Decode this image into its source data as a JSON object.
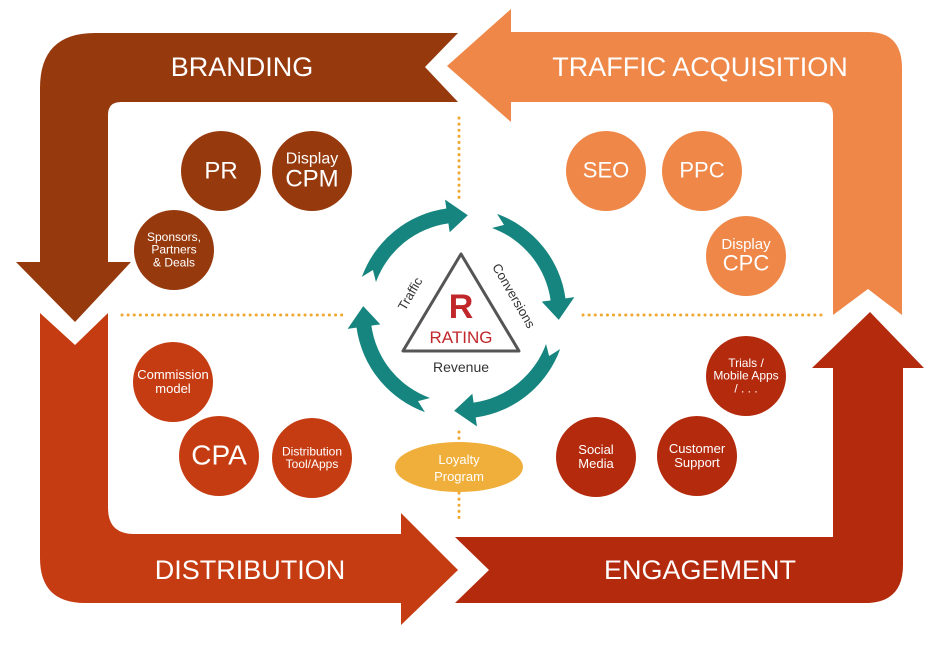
{
  "title": "R Rating Cycle",
  "colors": {
    "branding": "#963a0e",
    "traffic": "#ee8748",
    "distribution": "#c63c12",
    "engagement": "#b42a0d",
    "cycle": "#17857f",
    "loyalty": "#f0ae3a",
    "rating_red": "#c0262a",
    "dots": "#f0a830"
  },
  "sections": {
    "branding": "BRANDING",
    "traffic": "TRAFFIC ACQUISITION",
    "distribution": "DISTRIBUTION",
    "engagement": "ENGAGEMENT"
  },
  "circles": {
    "branding": [
      {
        "id": "pr",
        "lines": [
          "PR"
        ]
      },
      {
        "id": "display-cpm",
        "lines": [
          "Display",
          "CPM"
        ]
      },
      {
        "id": "sponsors",
        "lines": [
          "Sponsors,",
          "Partners",
          "& Deals"
        ]
      }
    ],
    "traffic": [
      {
        "id": "seo",
        "lines": [
          "SEO"
        ]
      },
      {
        "id": "ppc",
        "lines": [
          "PPC"
        ]
      },
      {
        "id": "display-cpc",
        "lines": [
          "Display",
          "CPC"
        ]
      }
    ],
    "distribution": [
      {
        "id": "commission",
        "lines": [
          "Commission",
          "model"
        ]
      },
      {
        "id": "cpa",
        "lines": [
          "CPA"
        ]
      },
      {
        "id": "distribution-tools",
        "lines": [
          "Distribution",
          "Tool/Apps"
        ]
      }
    ],
    "engagement": [
      {
        "id": "trials",
        "lines": [
          "Trials /",
          "Mobile Apps",
          "/ . . ."
        ]
      },
      {
        "id": "social",
        "lines": [
          "Social",
          "Media"
        ]
      },
      {
        "id": "support",
        "lines": [
          "Customer",
          "Support"
        ]
      }
    ]
  },
  "center": {
    "logo_letter": "R",
    "logo_word": "RATING",
    "left_side": "Traffic",
    "right_side": "Conversions",
    "bottom_side": "Revenue"
  },
  "loyalty": [
    "Loyalty",
    "Program"
  ]
}
